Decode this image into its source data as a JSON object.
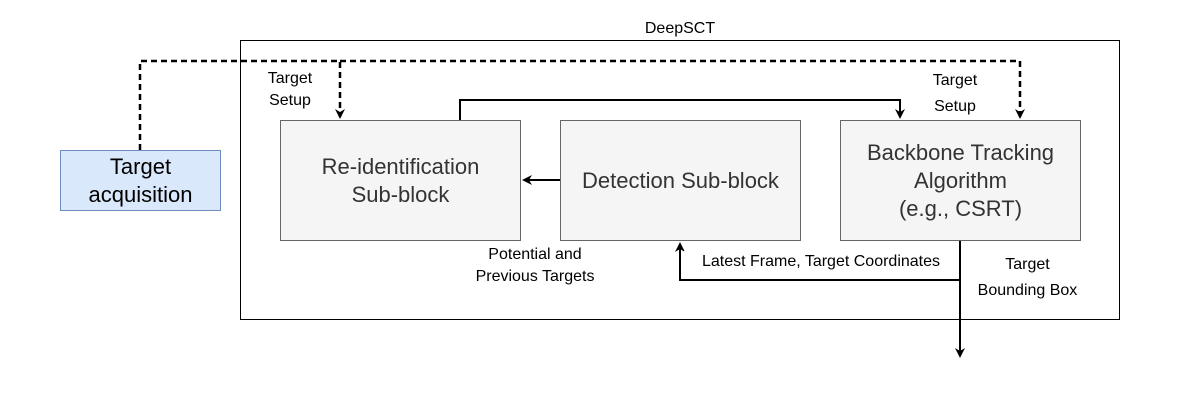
{
  "diagram": {
    "container": {
      "title": "DeepSCT"
    },
    "nodes": {
      "target_acquisition": "Target\nacquisition",
      "reidentification": "Re-identification\nSub-block",
      "detection": "Detection Sub-block",
      "backbone": "Backbone Tracking\nAlgorithm\n(e.g., CSRT)"
    },
    "edge_labels": {
      "target_setup_left": "Target\nSetup",
      "target_setup_right": "Target\nSetup",
      "potential_previous": "Potential and\nPrevious Targets",
      "latest_frame": "Latest Frame, Target Coordinates",
      "target_bbox": "Target\nBounding Box"
    },
    "colors": {
      "node_fill": "#f5f5f5",
      "node_stroke": "#666666",
      "acquisition_fill": "#dae8fc",
      "acquisition_stroke": "#6c8ebf",
      "line": "#000000"
    }
  }
}
